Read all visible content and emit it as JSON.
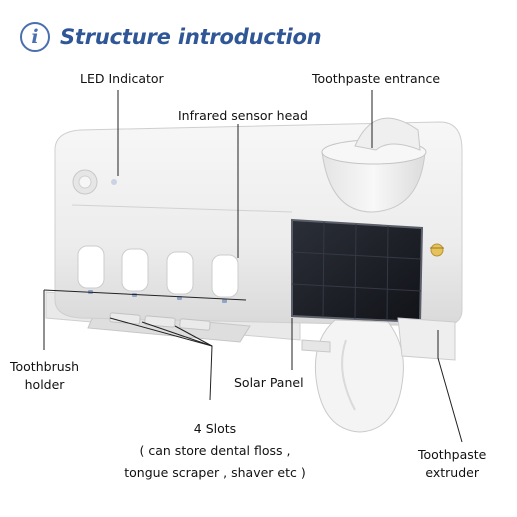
{
  "header": {
    "title": "Structure introduction",
    "icon": "info-icon",
    "icon_glyph": "i",
    "accent": "#2f5696"
  },
  "labels": {
    "led_indicator": "LED Indicator",
    "toothpaste_entrance": "Toothpaste entrance",
    "infrared_sensor": "Infrared sensor head",
    "toothbrush_holder_1": "Toothbrush",
    "toothbrush_holder_2": "holder",
    "solar_panel": "Solar Panel",
    "slots_1": "4 Slots",
    "slots_2": "( can store dental floss ,",
    "slots_3": "tongue scraper , shaver etc  )",
    "extruder_1": "Toothpaste",
    "extruder_2": "extruder"
  },
  "colors": {
    "device_body": "#f2f2f2",
    "solar_panel": "#1a1d24",
    "callout_lines": "#222222"
  }
}
